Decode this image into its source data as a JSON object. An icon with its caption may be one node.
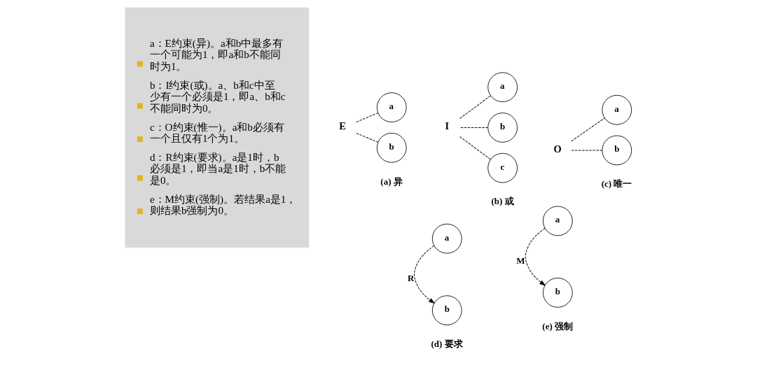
{
  "diagram": {
    "nodes": [
      {
        "text": [
          "a：E约束(异)。a和b中最多有一个可能为1，即a和b不能同时为1。",
          "b：I约束(或)。a、b和c中至少有一个必须是1，即a、b和c不能同时为0。",
          "c：O约束(惟一)。a和b必须有一个且仅有1个为1。",
          "d：R约束(要求)。a是1时，b必须是1，即当a是1时，b不能是0。",
          "e：M约束(强制)。若结果a是1，则结果b强制为0。"
        ]
      },
      {
        "text": [
          "E"
        ]
      },
      {
        "text": [
          "a"
        ]
      },
      {
        "text": [
          "b"
        ]
      },
      {
        "text": [
          "a"
        ]
      },
      {
        "text": [
          "b"
        ]
      },
      {
        "text": [
          "I"
        ]
      },
      {
        "text": [
          "a"
        ]
      },
      {
        "text": [
          "b"
        ]
      },
      {
        "text": [
          "c"
        ]
      },
      {
        "text": [
          "a"
        ]
      },
      {
        "text": [
          "b"
        ]
      },
      {
        "text": [
          "O"
        ]
      },
      {
        "text": [
          "a"
        ]
      },
      {
        "text": [
          "b"
        ]
      }
    ],
    "edges": [
      {
        "from": 1,
        "to": 2,
        "arrow": "none",
        "style": "dashed"
      },
      {
        "from": 1,
        "to": 3,
        "arrow": "none",
        "style": "dashed"
      },
      {
        "from": 4,
        "to": 5,
        "arrow": "to",
        "style": "dashed",
        "label": "R"
      },
      {
        "from": 6,
        "to": 7,
        "arrow": "none",
        "style": "dashed"
      },
      {
        "from": 6,
        "to": 8,
        "arrow": "none",
        "style": "dashed"
      },
      {
        "from": 6,
        "to": 9,
        "arrow": "none",
        "style": "dashed"
      },
      {
        "from": 10,
        "to": 11,
        "arrow": "to",
        "style": "dashed",
        "label": "M"
      },
      {
        "from": 12,
        "to": 13,
        "arrow": "none",
        "style": "dashed"
      },
      {
        "from": 12,
        "to": 14,
        "arrow": "none",
        "style": "dashed"
      }
    ],
    "labels": [
      "(a) 异",
      "(b) 或",
      "(c) 唯一",
      "(d) 要求",
      "(e) 强制"
    ]
  }
}
